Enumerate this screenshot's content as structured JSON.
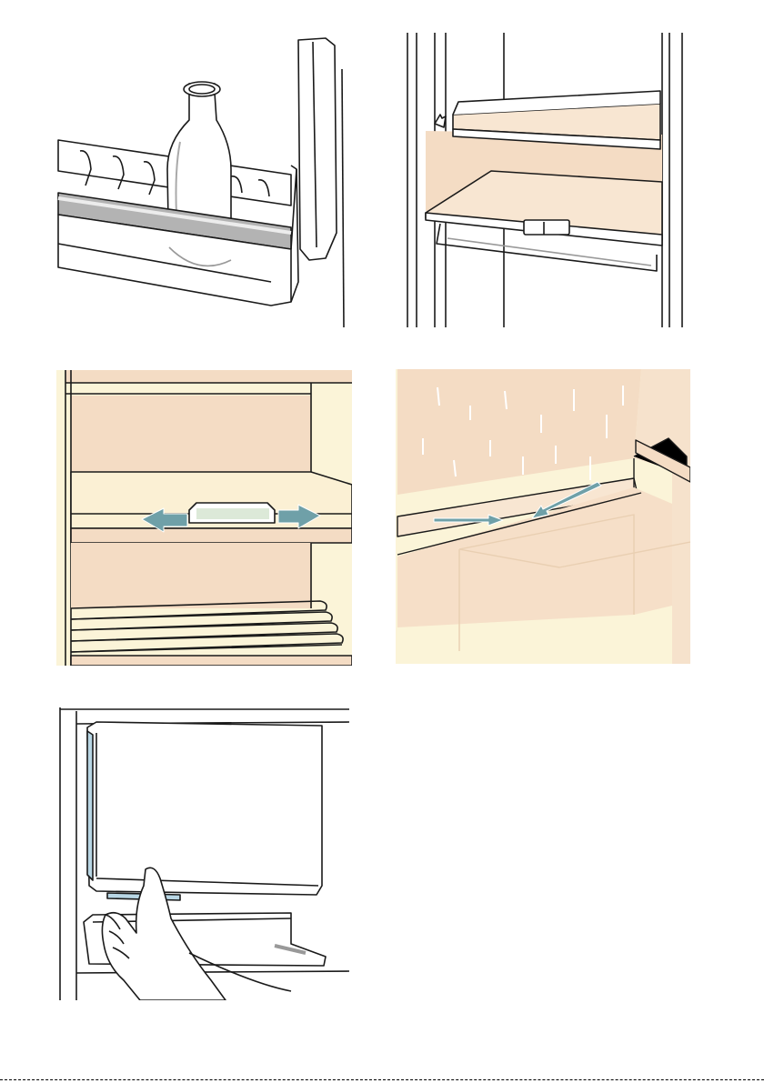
{
  "figures": [
    {
      "id": "fig-1",
      "icon": "door-bottle-rack-illustration"
    },
    {
      "id": "fig-2",
      "icon": "adjustable-glass-shelves-illustration"
    },
    {
      "id": "fig-3",
      "icon": "shelf-slider-arrows-illustration"
    },
    {
      "id": "fig-4",
      "icon": "condensate-drain-channel-illustration"
    },
    {
      "id": "fig-5",
      "icon": "removing-vegetable-drawer-illustration"
    }
  ],
  "colors": {
    "peach": "#f4dcc4",
    "peach_light": "#f8e6d2",
    "cream_bg": "#fbf4d8",
    "teal": "#6fa0a8",
    "blue_tint": "#b8d6e4",
    "line": "#1a1a1a"
  }
}
